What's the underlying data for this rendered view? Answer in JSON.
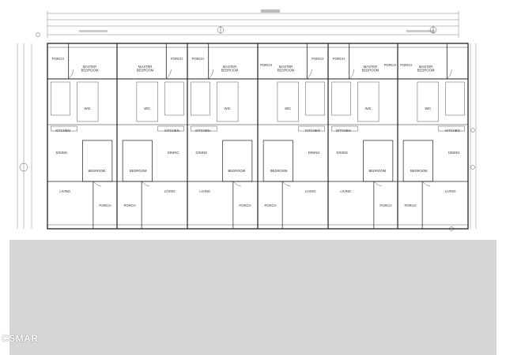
{
  "units": [
    {
      "top": [
        "PORCH",
        "MASTER BEDROOM",
        ""
      ],
      "mid": [
        "WIC",
        "KITCHEN"
      ],
      "bottom": [
        "DINING",
        "BEDROOM",
        "LIVING",
        "PORCH"
      ]
    },
    {
      "top": [
        "PORCH",
        "MASTER BEDROOM",
        ""
      ],
      "mid": [
        "WIC",
        "KITCHEN"
      ],
      "bottom": [
        "DINING",
        "BEDROOM",
        "LIVING",
        "PORCH"
      ]
    },
    {
      "top": [
        "PORCH",
        "MASTER BEDROOM",
        ""
      ],
      "mid": [
        "WIC",
        "KITCHEN"
      ],
      "bottom": [
        "DINING",
        "BEDROOM",
        "LIVING",
        "PORCH"
      ]
    },
    {
      "top": [
        "PORCH",
        "MASTER BEDROOM",
        "PORCH"
      ],
      "mid": [
        "WIC",
        "KITCHEN"
      ],
      "bottom": [
        "DINING",
        "BEDROOM",
        "LIVING",
        "PORCH"
      ]
    },
    {
      "top": [
        "PORCH",
        "MASTER BEDROOM",
        "PORCH"
      ],
      "mid": [
        "WIC",
        "KITCHEN"
      ],
      "bottom": [
        "DINING",
        "BEDROOM",
        "LIVING",
        "PORCH"
      ]
    },
    {
      "top": [
        "",
        "MASTER BEDROOM",
        "PORCH"
      ],
      "mid": [
        "WIC",
        "KITCHEN"
      ],
      "bottom": [
        "DINING",
        "BEDROOM",
        "LIVING",
        "PORCH"
      ]
    }
  ],
  "watermark": "CSMAR"
}
